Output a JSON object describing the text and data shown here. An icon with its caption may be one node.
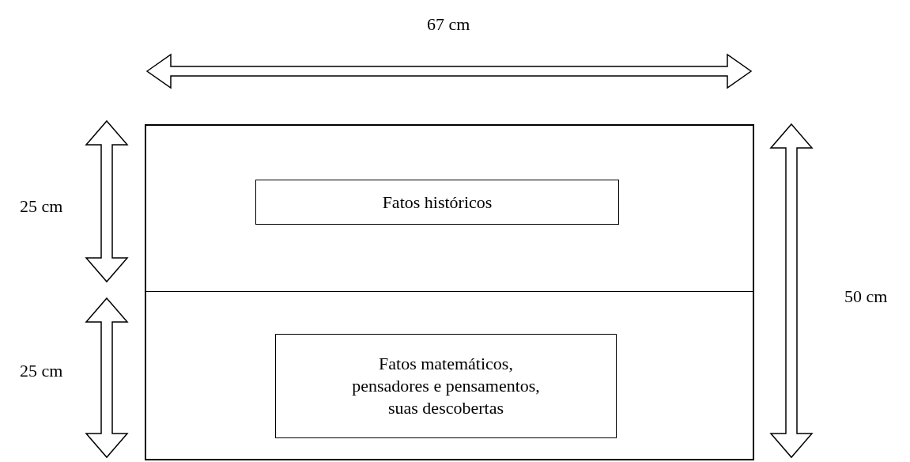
{
  "diagram": {
    "nodes": [
      {
        "text": [],
        "shape": "box"
      },
      {
        "text": [
          "Fatos históricos"
        ],
        "in": 0
      },
      {
        "text": [
          "Fatos matemáticos, pensadores e pensamentos, suas descobertas"
        ],
        "in": 0
      }
    ],
    "labels": [
      "67 cm",
      "25 cm",
      "50 cm",
      "25 cm"
    ]
  }
}
